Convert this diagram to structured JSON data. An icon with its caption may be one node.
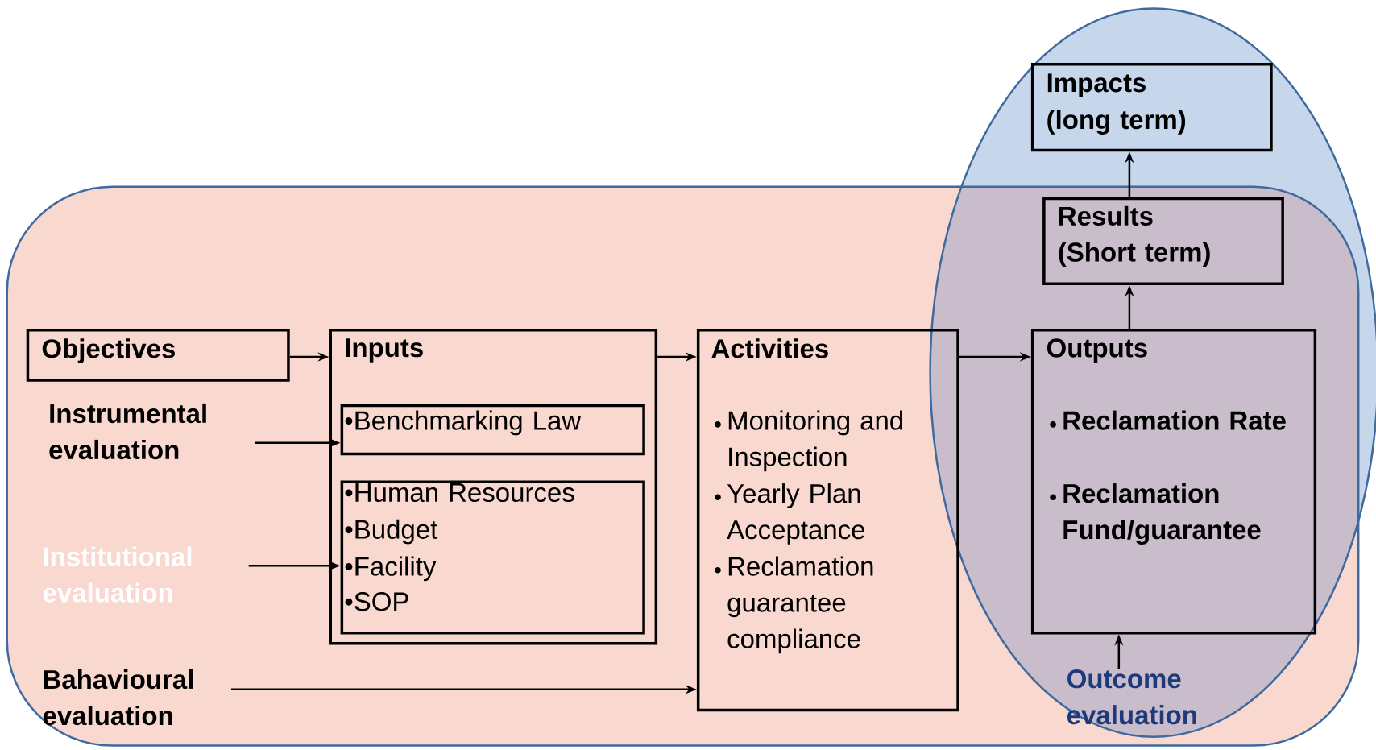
{
  "diagram": {
    "nodes": [
      {
        "text": [
          "Objectives"
        ]
      },
      {
        "text": [
          "Inputs"
        ]
      },
      {
        "text": [
          "•Benchmarking Law"
        ],
        "in": 1
      },
      {
        "text": [
          "•Human Resources",
          "•Budget",
          "•Facility",
          "•SOP"
        ],
        "in": 1
      },
      {
        "text": [
          "Activities",
          "Monitoring and Inspection",
          "Yearly Plan Acceptance",
          "Reclamation guarantee compliance"
        ]
      },
      {
        "text": [
          "Instrumental evaluation"
        ]
      },
      {
        "text": [
          "Institutional evaluation"
        ]
      },
      {
        "text": [
          "Bahavioural evaluation"
        ]
      },
      {
        "text": [
          "Outputs",
          "Reclamation Rate",
          "Reclamation Fund/guarantee"
        ]
      },
      {
        "text": [
          "Results",
          "(Short term)"
        ]
      },
      {
        "text": [
          "Impacts",
          "(long term)"
        ]
      },
      {
        "text": [
          "Outcome evaluation"
        ]
      }
    ],
    "edges": [
      {
        "from": 0,
        "to": 1,
        "arrow": "to"
      },
      {
        "from": 5,
        "to": 2,
        "arrow": "to"
      },
      {
        "from": 6,
        "to": 3,
        "arrow": "to"
      },
      {
        "from": 7,
        "to": 4,
        "arrow": "to"
      },
      {
        "from": 1,
        "to": 4,
        "arrow": "to"
      },
      {
        "from": 4,
        "to": 8,
        "arrow": "to"
      },
      {
        "from": 8,
        "to": 9,
        "arrow": "to"
      },
      {
        "from": 9,
        "to": 10,
        "arrow": "to"
      },
      {
        "from": 11,
        "to": 8,
        "arrow": "to"
      }
    ]
  }
}
